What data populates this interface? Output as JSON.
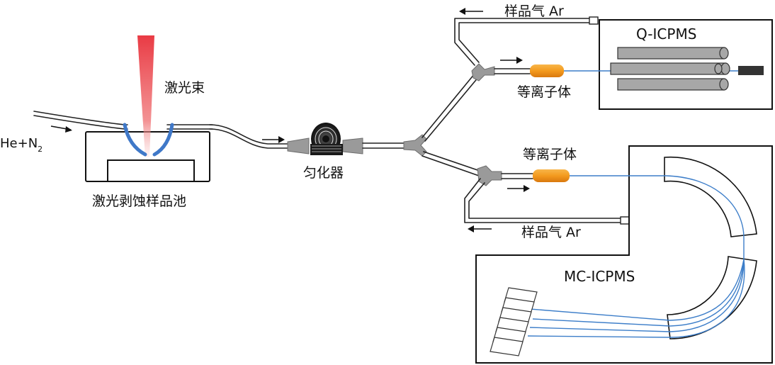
{
  "labels": {
    "laser_beam": "激光束",
    "carrier_gas": "He+N",
    "carrier_gas_sub": "2",
    "ablation_cell": "激光剥蚀样品池",
    "homogenizer": "匀化器",
    "sample_gas_top": "样品气 Ar",
    "sample_gas_bottom": "样品气 Ar",
    "plasma_top": "等离子体",
    "plasma_bottom": "等离子体",
    "q_icpms": "Q-ICPMS",
    "mc_icpms": "MC-ICPMS"
  },
  "colors": {
    "laser_red": "#e8303a",
    "cup_blue": "#3f78c8",
    "plasma_orange": "#f39a1e",
    "beam_blue": "#3d7ec9"
  }
}
